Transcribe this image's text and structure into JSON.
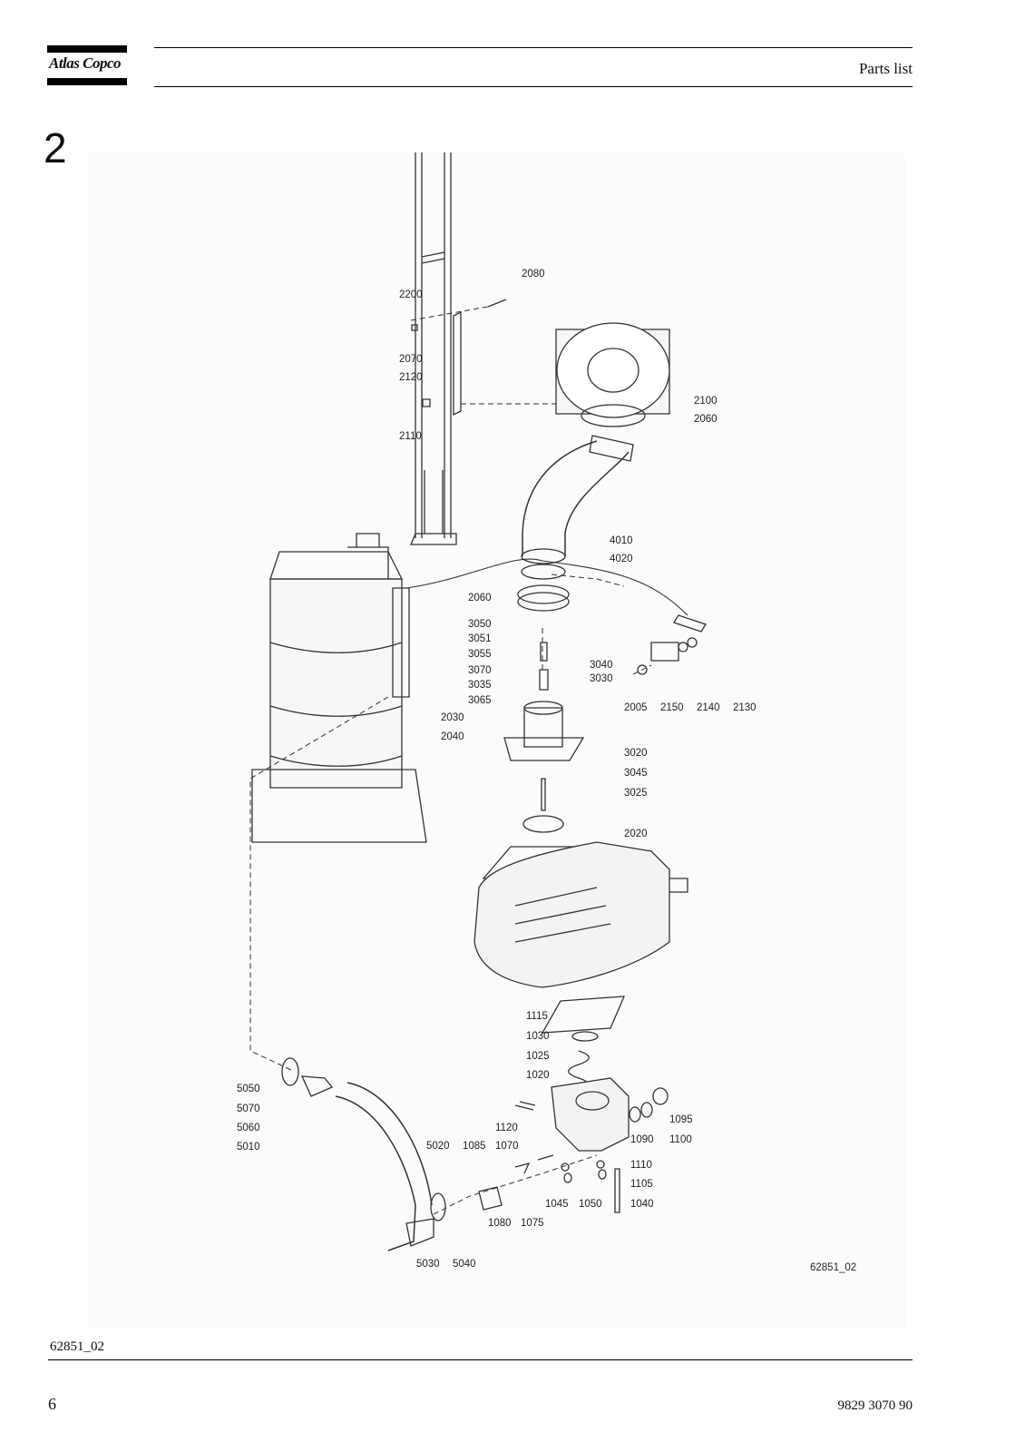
{
  "header": {
    "logo_text": "Atlas Copco",
    "title": "Parts list"
  },
  "section_number": "2",
  "figure": {
    "image_code": "62851_02",
    "callouts": [
      "2080",
      "2200",
      "2070",
      "2120",
      "2110",
      "2100",
      "2060",
      "4010",
      "4020",
      "2060",
      "3050",
      "3051",
      "3055",
      "3070",
      "3035",
      "3065",
      "3040",
      "3030",
      "2005",
      "2150",
      "2140",
      "2130",
      "2030",
      "2040",
      "3020",
      "3045",
      "3025",
      "2020",
      "1115",
      "1030",
      "1025",
      "1020",
      "1120",
      "1095",
      "1090",
      "1100",
      "5050",
      "5070",
      "5060",
      "5010",
      "5020",
      "1085",
      "1070",
      "1110",
      "1105",
      "1045",
      "1050",
      "1040",
      "1080",
      "1075",
      "5030",
      "5040"
    ]
  },
  "footer": {
    "caption": "62851_02",
    "page_number": "6",
    "document_number": "9829 3070 90"
  }
}
